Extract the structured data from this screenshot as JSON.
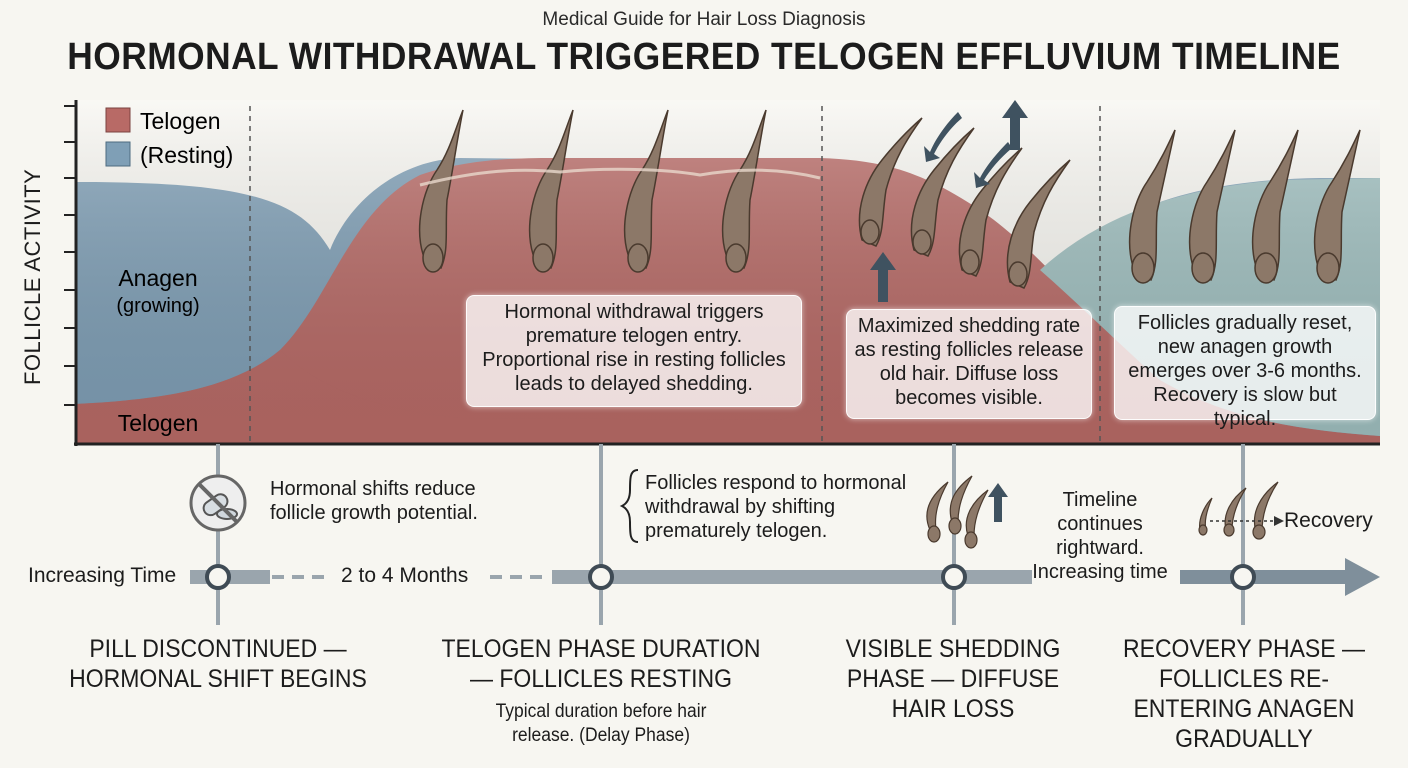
{
  "header": {
    "subtitle": "Medical Guide for Hair Loss Diagnosis",
    "title": "HORMONAL WITHDRAWAL TRIGGERED TELOGEN EFFLUVIUM TIMELINE"
  },
  "chart": {
    "y_axis_label": "FOLLICLE ACTIVITY",
    "legend": {
      "line1": "Telogen",
      "line2": "(Resting)"
    },
    "colors": {
      "telogen": "#b86a66",
      "anagen": "#7f9fb6",
      "recovery": "#9fbfbf",
      "hair": "#6b5848"
    },
    "curve_labels": {
      "anagen": "Anagen",
      "anagen_sub": "(growing)",
      "telogen": "Telogen"
    }
  },
  "callouts": {
    "telogen_phase": "Hormonal withdrawal triggers premature telogen entry. Proportional rise in resting follicles leads to delayed shedding.",
    "shedding_phase": "Maximized shedding rate as resting follicles release old hair. Diffuse loss becomes visible.",
    "recovery_phase": "Follicles gradually reset, new anagen growth emerges over 3-6 months. Recovery is slow but typical."
  },
  "annotations": {
    "pill_note": "Hormonal shifts reduce follicle growth potential.",
    "follicle_note": "Follicles respond to hormonal withdrawal by shifting prematurely telogen.",
    "timeline_note": "Timeline continues rightward. Increasing time",
    "recovery_label": "Recovery"
  },
  "timeline": {
    "start_label": "Increasing Time",
    "gap_label": "2 to 4 Months"
  },
  "stages": [
    {
      "title": "PILL DISCONTINUED — HORMONAL SHIFT BEGINS",
      "note": ""
    },
    {
      "title": "TELOGEN PHASE DURATION — FOLLICLES RESTING",
      "note": "Typical duration before hair release. (Delay Phase)"
    },
    {
      "title": "VISIBLE SHEDDING PHASE — DIFFUSE HAIR LOSS",
      "note": ""
    },
    {
      "title": "RECOVERY PHASE — FOLLICLES RE-ENTERING ANAGEN GRADUALLY",
      "note": ""
    }
  ],
  "icons": {
    "pill": "no-pill-icon",
    "shedding_hairs": "shedding-hairs-icon",
    "recovery_hairs": "recovery-hairs-icon"
  }
}
